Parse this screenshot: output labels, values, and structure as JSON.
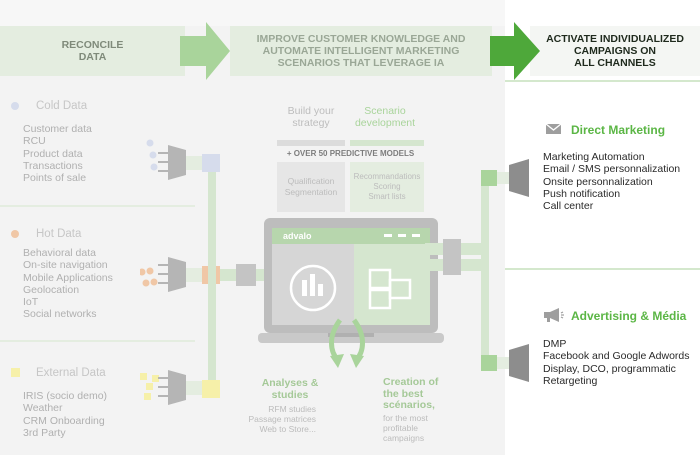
{
  "columns": {
    "reconcile": {
      "title": "RECONCILE\nDATA"
    },
    "improve": {
      "title": "IMPROVE CUSTOMER KNOWLEDGE AND\nAUTOMATE INTELLIGENT MARKETING\nSCENARIOS THAT LEVERAGE IA"
    },
    "activate": {
      "title": "ACTIVATE INDIVIDUALIZED\nCAMPAIGNS ON\nALL CHANNELS"
    }
  },
  "sources": [
    {
      "title": "Cold Data",
      "items": [
        "Customer data",
        "RCU",
        "Product data",
        "Transactions",
        "Points of sale"
      ],
      "color": "#d6dcec"
    },
    {
      "title": "Hot Data",
      "items": [
        "Behavioral data",
        "On-site navigation",
        "Mobile Applications",
        "Geolocation",
        "IoT",
        "Social networks"
      ],
      "color": "#f0c7a6"
    },
    {
      "title": "External Data",
      "items": [
        "IRIS (socio demo)",
        "Weather",
        "CRM Onboarding",
        "3rd Party"
      ],
      "color": "#f6f0a9"
    }
  ],
  "strategy": {
    "build": "Build your\nstrategy",
    "scenario": "Scenario\ndevelopment",
    "models": "+ OVER 50 PREDICTIVE MODELS",
    "left_box": "Qualification\nSegmentation",
    "right_box": "Recommandations\nScoring\nSmart lists"
  },
  "laptop": {
    "brand": "advalo"
  },
  "outputs": {
    "analyses_title": "Analyses &\nstudies",
    "analyses_items": "RFM studies\nPassage matrices\nWeb to Store...",
    "creation_title": "Creation of\nthe best\nscénarios,",
    "creation_items": "for the most\nprofitable\ncampaigns"
  },
  "channels": [
    {
      "title": "Direct Marketing",
      "icon": "envelope-icon",
      "items": [
        "Marketing Automation",
        "Email / SMS personnalization",
        "Onsite personnalization",
        "Push notification",
        "Call center"
      ]
    },
    {
      "title": "Advertising & Média",
      "icon": "megaphone-icon",
      "items": [
        "DMP",
        "Facebook and Google Adwords",
        "Display, DCO, programmatic",
        "Retargeting"
      ]
    }
  ],
  "colors": {
    "green": "#5bb645",
    "light_green": "#e4ede0",
    "gray": "#9e9e9e"
  }
}
